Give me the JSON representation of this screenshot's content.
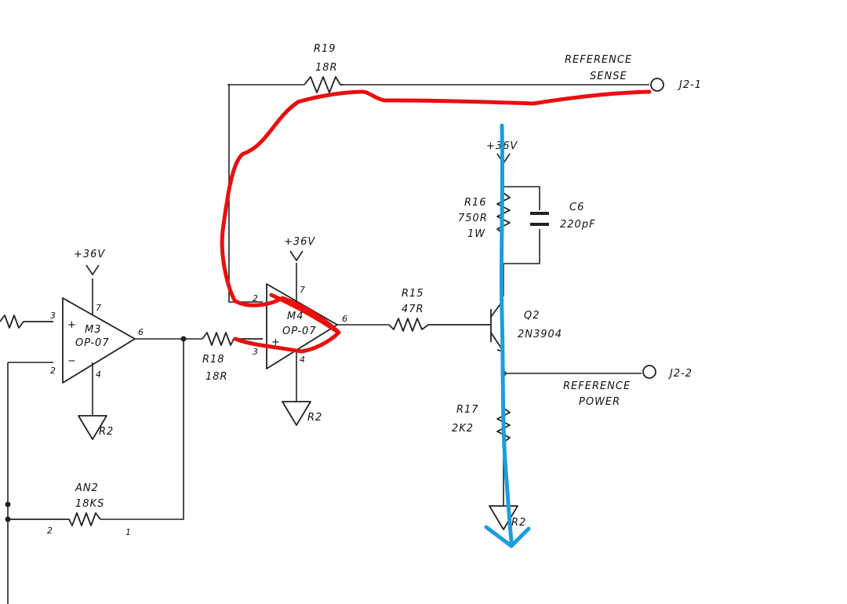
{
  "components": {
    "r19": {
      "ref": "R19",
      "value": "18R"
    },
    "r18": {
      "ref": "R18",
      "value": "18R"
    },
    "r15": {
      "ref": "R15",
      "value": "47R"
    },
    "r16": {
      "ref": "R16",
      "value": "750R",
      "power": "1W"
    },
    "r17": {
      "ref": "R17",
      "value": "2K2"
    },
    "c6": {
      "ref": "C6",
      "value": "220pF"
    },
    "q2": {
      "ref": "Q2",
      "part": "2N3904"
    },
    "m3": {
      "ref": "M3",
      "part": "OP-07"
    },
    "m4": {
      "ref": "M4",
      "part": "OP-07"
    },
    "an2": {
      "ref": "AN2",
      "value": "18KS"
    }
  },
  "supplies": {
    "positive": "+36V",
    "ground": "R2"
  },
  "connectors": {
    "j2_1": {
      "ref": "J2-1",
      "name_line1": "REFERENCE",
      "name_line2": "SENSE"
    },
    "j2_2": {
      "ref": "J2-2",
      "name_line1": "REFERENCE",
      "name_line2": "POWER"
    }
  },
  "pins": {
    "p1": "1",
    "p2": "2",
    "p3": "3",
    "p4": "4",
    "p6": "6",
    "p7": "7",
    "plus": "+",
    "minus": "−"
  },
  "annotations": {
    "red_path": {
      "color": "#e8100f"
    },
    "blue_arrow": {
      "color": "#1b9de0"
    }
  }
}
